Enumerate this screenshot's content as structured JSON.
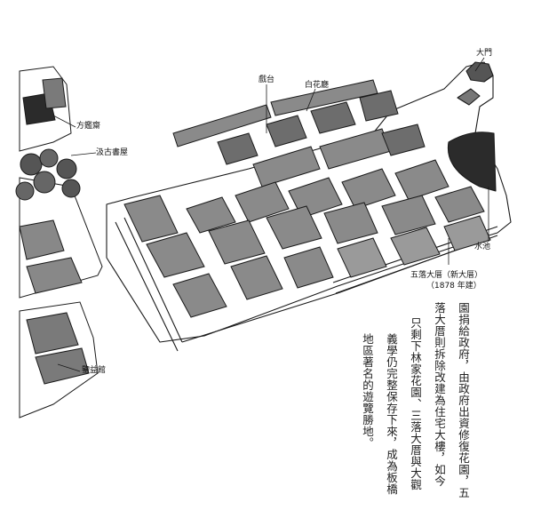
{
  "labels": {
    "main_gate": "大門",
    "opera_stage": "戲台",
    "baihua_hall": "白花廳",
    "fangjian_pavilion": "方鑑齋",
    "laigu_study": "汲古書屋",
    "water_pond": "水池",
    "wuluo_mansion": "五落大厝（新大厝）",
    "wuluo_year": "（1878 年建）",
    "dingyi_hall": "鑒益館"
  },
  "body_text": {
    "col1": "園捐給政府，由政府出資修復花園，五",
    "col2": "落大厝則拆除改建為住宅大樓，如今",
    "col3": "只剩下林家花園、三落大厝與大觀",
    "col4": "義學仍完整保存下來，成為板橋",
    "col5": "地區著名的遊覽勝地。"
  }
}
